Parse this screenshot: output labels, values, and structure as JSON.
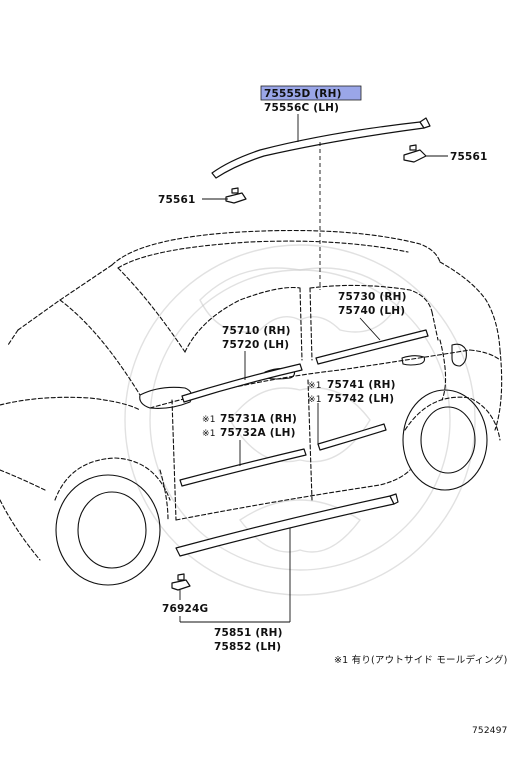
{
  "highlight_color": "#9aa6e8",
  "labels": {
    "roof_rh": "75555D (RH)",
    "roof_lh": "75556C (LH)",
    "clip_right": "75561",
    "clip_left": "75561",
    "rear_belt_rh": "75730 (RH)",
    "rear_belt_lh": "75740 (LH)",
    "front_belt_rh": "75710 (RH)",
    "front_belt_lh": "75720 (LH)",
    "rear_door_rh": "75741 (RH)",
    "rear_door_lh": "75742 (LH)",
    "front_door_rh": "75731A (RH)",
    "front_door_lh": "75732A (LH)",
    "mark_1": "※1",
    "mark_2": "※1",
    "mark_3": "※1",
    "mark_4": "※1",
    "clip_bottom": "76924G",
    "rocker_rh": "75851 (RH)",
    "rocker_lh": "75852 (LH)"
  },
  "footnote": "※1 有り(アウトサイド  モールディング)",
  "illustration_number": "752497"
}
